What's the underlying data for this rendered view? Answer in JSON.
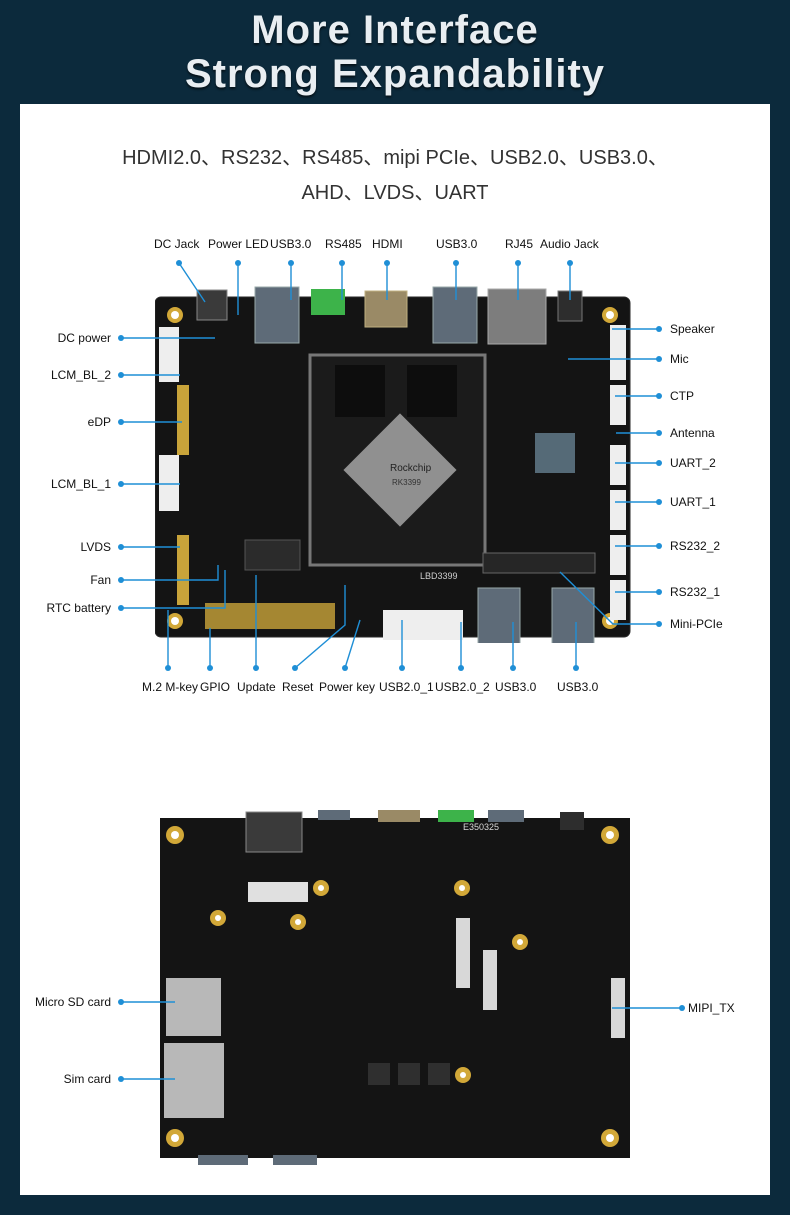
{
  "header": {
    "line1": "More Interface",
    "line2": "Strong Expandability"
  },
  "subtitle": {
    "line1": "HDMI2.0、RS232、RS485、mipi PCIe、USB2.0、USB3.0、",
    "line2": "AHD、LVDS、UART"
  },
  "front_labels": {
    "top": [
      "DC Jack",
      "Power LED",
      "USB3.0",
      "RS485",
      "HDMI",
      "USB3.0",
      "RJ45",
      "Audio Jack"
    ],
    "left": [
      "DC power",
      "LCM_BL_2",
      "eDP",
      "LCM_BL_1",
      "LVDS",
      "Fan",
      "RTC battery"
    ],
    "right": [
      "Speaker",
      "Mic",
      "CTP",
      "Antenna",
      "UART_2",
      "UART_1",
      "RS232_2",
      "RS232_1",
      "Mini-PCIe"
    ],
    "bottom": [
      "M.2 M-key",
      "GPIO",
      "Update",
      "Reset",
      "Power key",
      "USB2.0_1",
      "USB2.0_2",
      "USB3.0",
      "USB3.0"
    ]
  },
  "front_chip": {
    "brand": "Rockchip",
    "model": "RK3399",
    "module": "LBD3399",
    "module2": "LBD3399"
  },
  "back_labels": {
    "left": [
      "Micro SD card",
      "Sim card"
    ],
    "right": [
      "MIPI_TX"
    ]
  },
  "back_marks": {
    "code": "E350325"
  },
  "colors": {
    "background": "#0c2a3c",
    "panel": "#ffffff",
    "accent_line": "#1f8fd6",
    "board": "#151515"
  }
}
